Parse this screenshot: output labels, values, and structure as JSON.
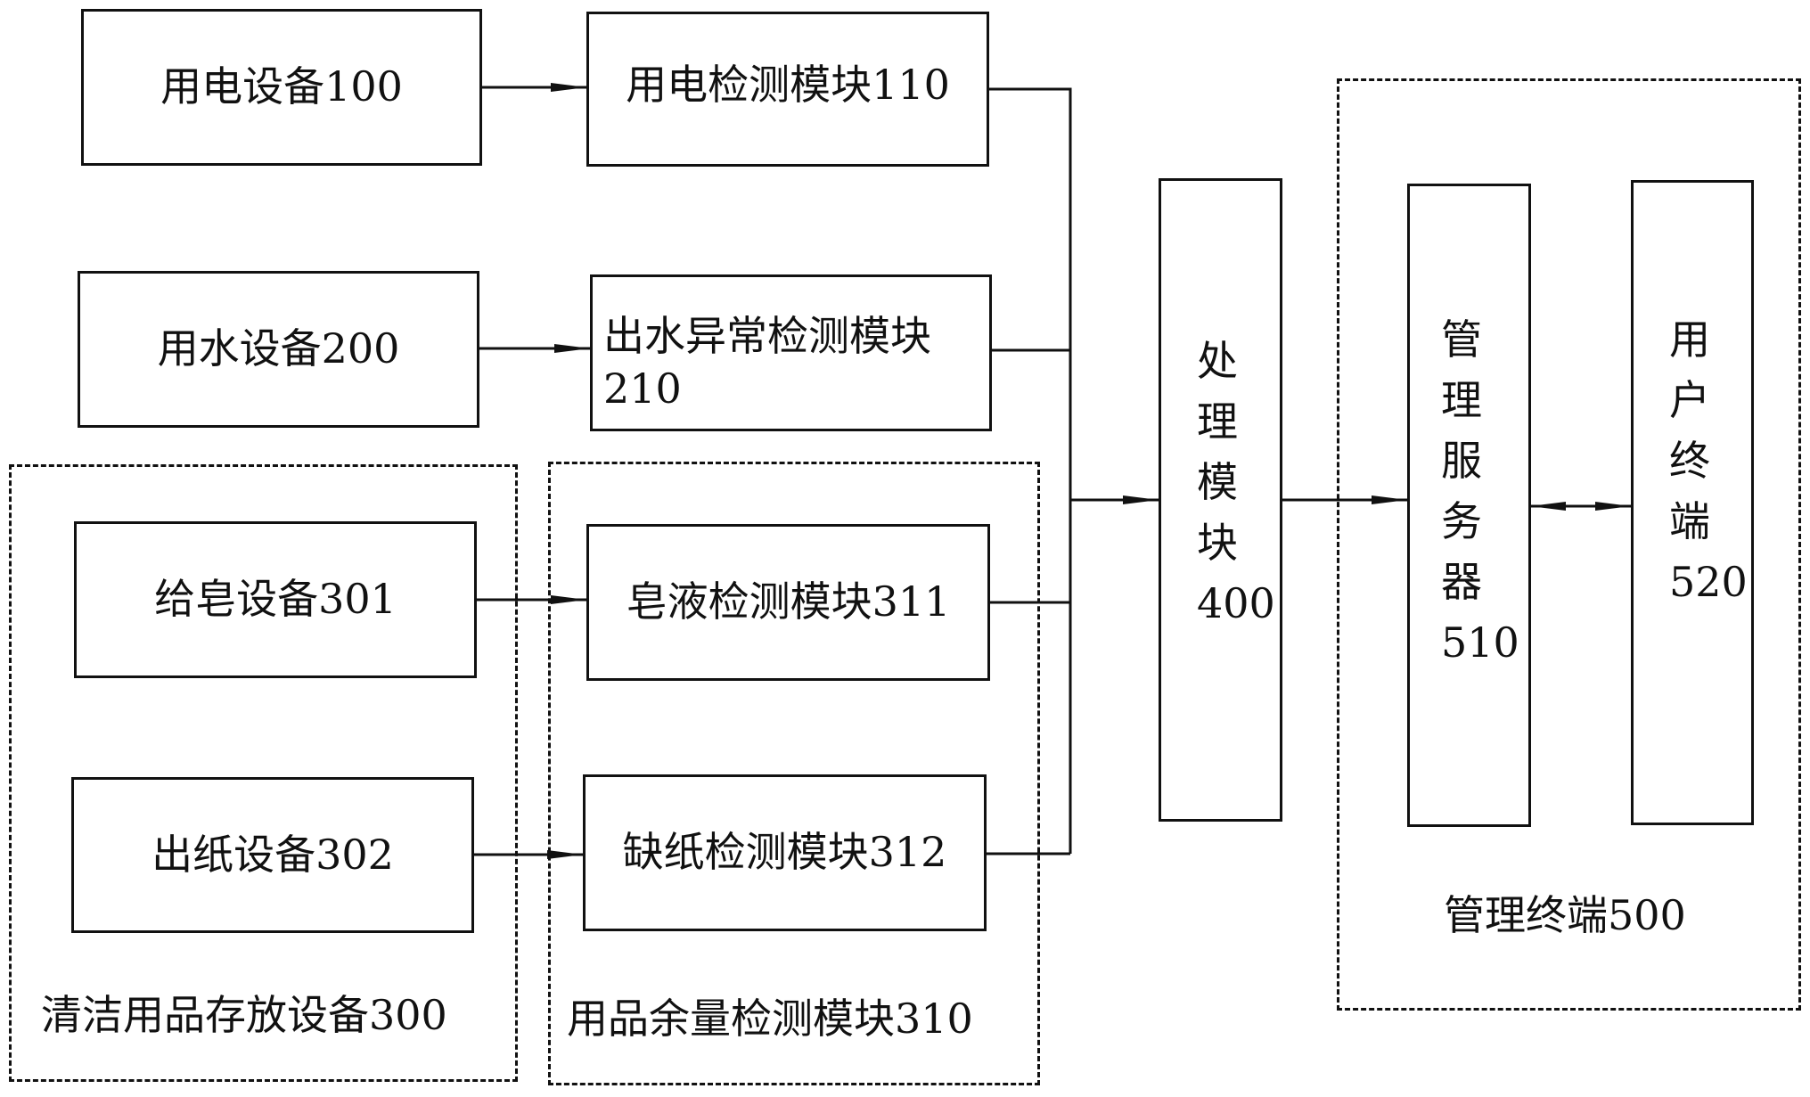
{
  "diagram": {
    "type": "block-diagram",
    "nodes": {
      "n100": {
        "label": "用电设备100"
      },
      "n110": {
        "label": "用电检测模块110"
      },
      "n200": {
        "label": "用水设备200"
      },
      "n210": {
        "label_line1": "出水异常检测模块",
        "label_line2": "210"
      },
      "n300": {
        "label": "清洁用品存放设备300"
      },
      "n301": {
        "label": "给皂设备301"
      },
      "n302": {
        "label": "出纸设备302"
      },
      "n310": {
        "label": "用品余量检测模块310"
      },
      "n311": {
        "label": "皂液检测模块311"
      },
      "n312": {
        "label": "缺纸检测模块312"
      },
      "n400": {
        "label": "处\n理\n模\n块\n400"
      },
      "n500": {
        "label": "管理终端500"
      },
      "n510": {
        "label": "管\n理\n服\n务\n器\n510"
      },
      "n520": {
        "label": "用\n户\n终\n端\n520"
      }
    },
    "edges": [
      {
        "from": "用电设备100",
        "to": "用电检测模块110",
        "type": "arrow"
      },
      {
        "from": "用水设备200",
        "to": "出水异常检测模块210",
        "type": "arrow"
      },
      {
        "from": "给皂设备301",
        "to": "皂液检测模块311",
        "type": "arrow"
      },
      {
        "from": "出纸设备302",
        "to": "缺纸检测模块312",
        "type": "arrow"
      },
      {
        "from": "用电检测模块110",
        "to": "处理模块400",
        "type": "bus-arrow"
      },
      {
        "from": "出水异常检测模块210",
        "to": "处理模块400",
        "type": "bus-arrow"
      },
      {
        "from": "皂液检测模块311",
        "to": "处理模块400",
        "type": "bus-arrow"
      },
      {
        "from": "缺纸检测模块312",
        "to": "处理模块400",
        "type": "bus-arrow"
      },
      {
        "from": "处理模块400",
        "to": "管理服务器510",
        "type": "arrow"
      },
      {
        "from": "管理服务器510",
        "to": "用户终端520",
        "type": "bidirectional"
      }
    ],
    "colors": {
      "stroke": "#111111",
      "background": "#ffffff"
    }
  }
}
